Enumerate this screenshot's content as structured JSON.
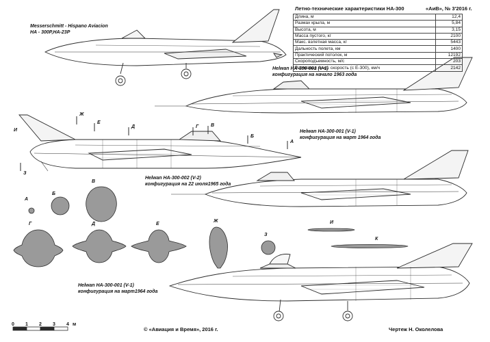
{
  "specs": {
    "title": "Летно-технические характеристики НА-300",
    "rows": [
      {
        "label": "Длина, м",
        "value": "12,4"
      },
      {
        "label": "Размах крыла, м",
        "value": "5,84"
      },
      {
        "label": "Высота, м",
        "value": "3,15"
      },
      {
        "label": "Масса пустого, кг",
        "value": "2100"
      },
      {
        "label": "Макс. взлетная масса, кг",
        "value": "5443"
      },
      {
        "label": "Дальность полета, км",
        "value": "1400"
      },
      {
        "label": "Практический потолок, м",
        "value": "12192"
      },
      {
        "label": "Скороподъемность, м/с",
        "value": "203"
      },
      {
        "label": "Расчетная макс. скорость (с Е-300), км/ч",
        "value": "2142"
      }
    ]
  },
  "issue": "«АиВ», № 3'2016 г.",
  "captions": {
    "c1_line1": "Messerschmitt - Hispano Aviacion",
    "c1_line2": "HA - 300P,HA-23P",
    "c2_line1": "Helwan HA-300-001 (V-1)",
    "c2_line2": "конфигурация на начало 1963 года",
    "c3_line1": "Helwan HA-300-001 (V-1)",
    "c3_line2": "конфигурация на март 1964 года",
    "c4_line1": "Helwan HA-300-002 (V-2)",
    "c4_line2": "конфигурация на 22 июля1965 года",
    "c5_line1": "Helwan HA-300-001 (V-1)",
    "c5_line2": "конфигурация на март1964 года"
  },
  "section_letters": {
    "zh": "Ж",
    "e": "Е",
    "d": "Д",
    "g": "Г",
    "v": "В",
    "b": "Б",
    "a": "А",
    "i": "И",
    "z": "З",
    "k": "К"
  },
  "cross_section_labels": [
    "А",
    "Б",
    "В",
    "Г",
    "Д",
    "Е",
    "Ж",
    "З",
    "И",
    "К"
  ],
  "scale": {
    "ticks": [
      "0",
      "1",
      "2",
      "3",
      "4"
    ],
    "unit": "м"
  },
  "copyright": "© «Авиация и Время», 2016 г.",
  "author": "Чертеж Н. Околелова",
  "colors": {
    "line": "#2a2a2a",
    "section_fill": "#9a9a9a",
    "light_fill": "#ededed"
  }
}
